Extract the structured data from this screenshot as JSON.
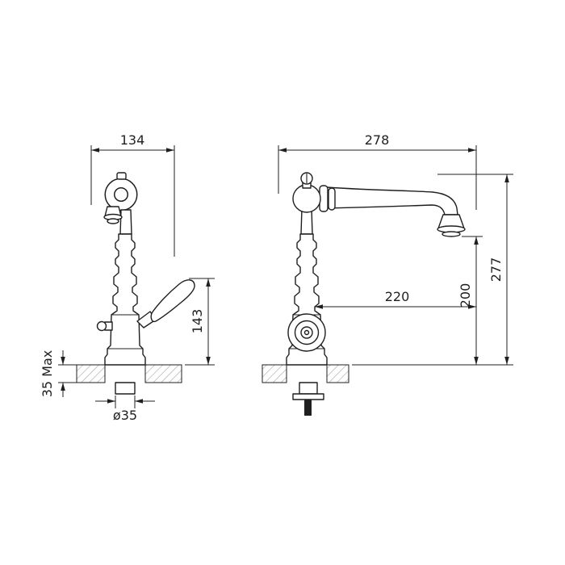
{
  "colors": {
    "line": "#1f1f1f",
    "dim": "#1f1f1f",
    "hatch": "#9e9e9e",
    "background": "#ffffff"
  },
  "dims": {
    "front_width": "134",
    "front_height": "143",
    "deck_thickness": "35 Max",
    "hole_diameter": "ø35",
    "side_spout_length": "278",
    "side_total_height": "277",
    "side_outlet_height": "200",
    "side_reach": "220"
  }
}
